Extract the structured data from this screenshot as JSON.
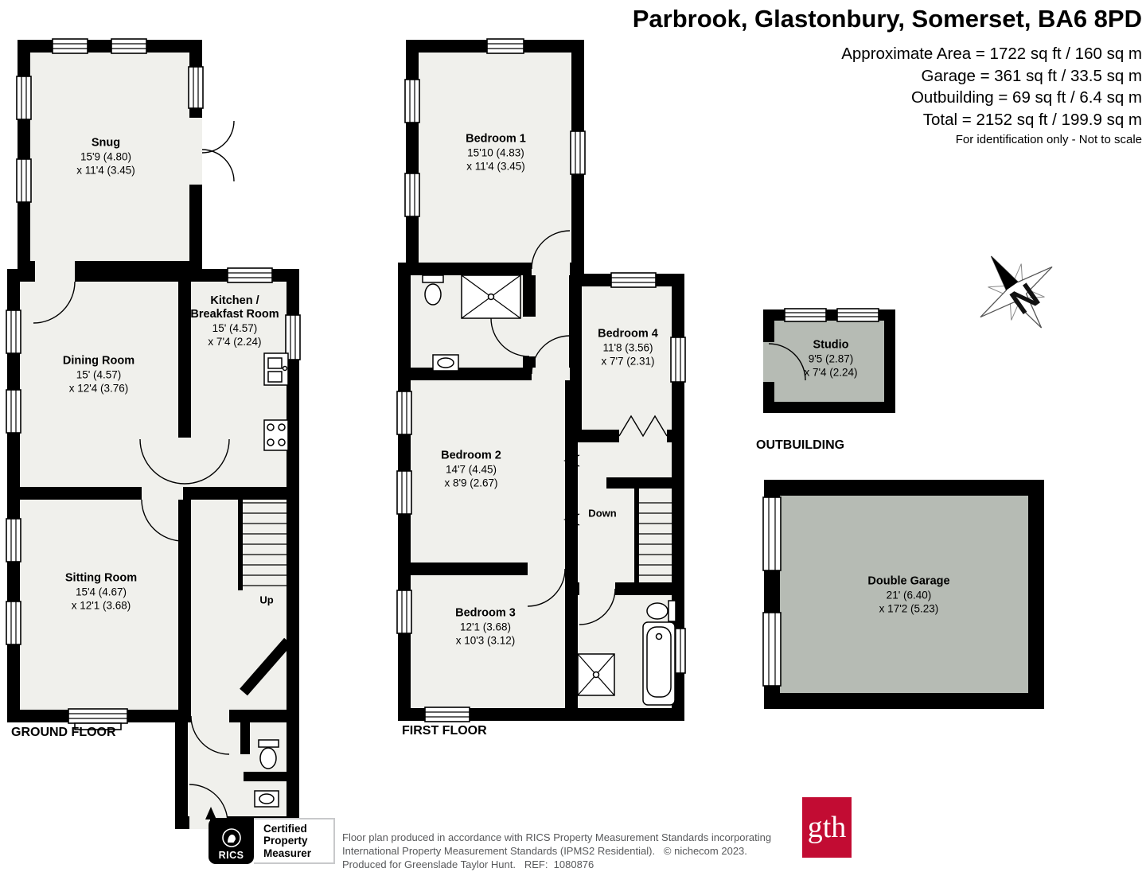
{
  "header": {
    "title": "Parbrook, Glastonbury, Somerset, BA6 8PD",
    "area_lines": [
      "Approximate Area = 1722 sq ft / 160 sq m",
      "Garage = 361 sq ft / 33.5 sq m",
      "Outbuilding = 69 sq ft / 6.4 sq m",
      "Total = 2152 sq ft / 199.9 sq m"
    ],
    "scale_note": "For identification only - Not to scale"
  },
  "floors": {
    "ground": {
      "label": "GROUND FLOOR",
      "stairs_label": "Up",
      "rooms": {
        "snug": {
          "name": "Snug",
          "dim1": "15'9 (4.80)",
          "dim2": "x 11'4 (3.45)"
        },
        "dining_room": {
          "name": "Dining Room",
          "dim1": "15' (4.57)",
          "dim2": "x 12'4 (3.76)"
        },
        "kitchen": {
          "name1": "Kitchen /",
          "name2": "Breakfast Room",
          "dim1": "15' (4.57)",
          "dim2": "x 7'4 (2.24)"
        },
        "sitting_room": {
          "name": "Sitting Room",
          "dim1": "15'4 (4.67)",
          "dim2": "x 12'1 (3.68)"
        }
      }
    },
    "first": {
      "label": "FIRST FLOOR",
      "stairs_label": "Down",
      "rooms": {
        "bedroom1": {
          "name": "Bedroom 1",
          "dim1": "15'10 (4.83)",
          "dim2": "x 11'4 (3.45)"
        },
        "bedroom2": {
          "name": "Bedroom 2",
          "dim1": "14'7 (4.45)",
          "dim2": "x 8'9 (2.67)"
        },
        "bedroom3": {
          "name": "Bedroom 3",
          "dim1": "12'1 (3.68)",
          "dim2": "x 10'3 (3.12)"
        },
        "bedroom4": {
          "name": "Bedroom 4",
          "dim1": "11'8 (3.56)",
          "dim2": "x 7'7 (2.31)"
        }
      }
    },
    "outbuilding": {
      "label": "OUTBUILDING",
      "rooms": {
        "studio": {
          "name": "Studio",
          "dim1": "9'5 (2.87)",
          "dim2": "x 7'4 (2.24)"
        }
      }
    },
    "garage": {
      "rooms": {
        "double_garage": {
          "name": "Double Garage",
          "dim1": "21' (6.40)",
          "dim2": "x 17'2 (5.23)"
        }
      }
    }
  },
  "compass": {
    "north_label": "N"
  },
  "footer": {
    "rics_badge": {
      "brand": "RICS",
      "cert_lines": [
        "Certified",
        "Property",
        "Measurer"
      ]
    },
    "disclaimer_lines": [
      "Floor plan produced in accordance with RICS Property Measurement Standards incorporating",
      "International Property Measurement Standards (IPMS2 Residential).   © nichecom 2023.",
      "Produced for Greenslade Taylor Hunt.   REF:  1080876"
    ],
    "gth_logo_text": "gth"
  },
  "colors": {
    "wall": "#000000",
    "room_fill": "#f0f0ec",
    "annex_fill": "#b6bbb4",
    "gth_red": "#c20c33",
    "text_gray": "#58595b"
  }
}
